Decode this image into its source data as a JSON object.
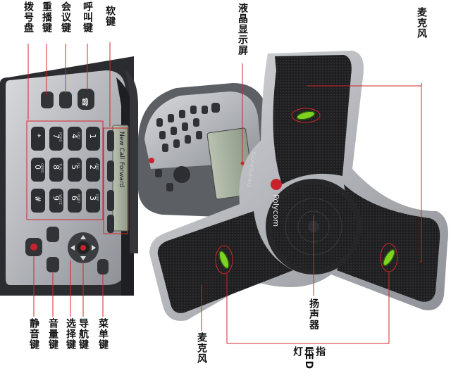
{
  "labels": {
    "dialpad": "拨号盘",
    "redial": "重播键",
    "conference": "会议键",
    "call": "呼叫键",
    "softkeys": "软键",
    "lcd": "液晶显示屏",
    "mic_top": "麦克风",
    "mic_bottom": "麦克风",
    "speaker": "扬声器",
    "led_line1": "LED",
    "led_line2": "指示灯",
    "mute": "静音键",
    "volume": "音量键",
    "select": "选择键",
    "navigation": "导航键",
    "menu": "菜单键"
  },
  "screen": {
    "softkey1": "New Call",
    "softkey2": "Forward"
  },
  "brand": {
    "logo_text": "Polycom",
    "model": "SoundStation2"
  },
  "keypad": [
    "*",
    "7",
    "4",
    "1",
    "0",
    "8",
    "5",
    "2",
    "#",
    "9",
    "6",
    "3"
  ],
  "keypad_sub": [
    "",
    "PQRS",
    "GHI",
    "",
    "OPER",
    "TUV",
    "JKL",
    "ABC",
    "",
    "WXYZ",
    "MNO",
    "DEF"
  ],
  "colors": {
    "callout": "#d4252a",
    "device_dark": "#2a2a2c",
    "device_silver": "#b9bcc1",
    "led_green": "#7ed321",
    "mute_red": "#c8232c"
  }
}
